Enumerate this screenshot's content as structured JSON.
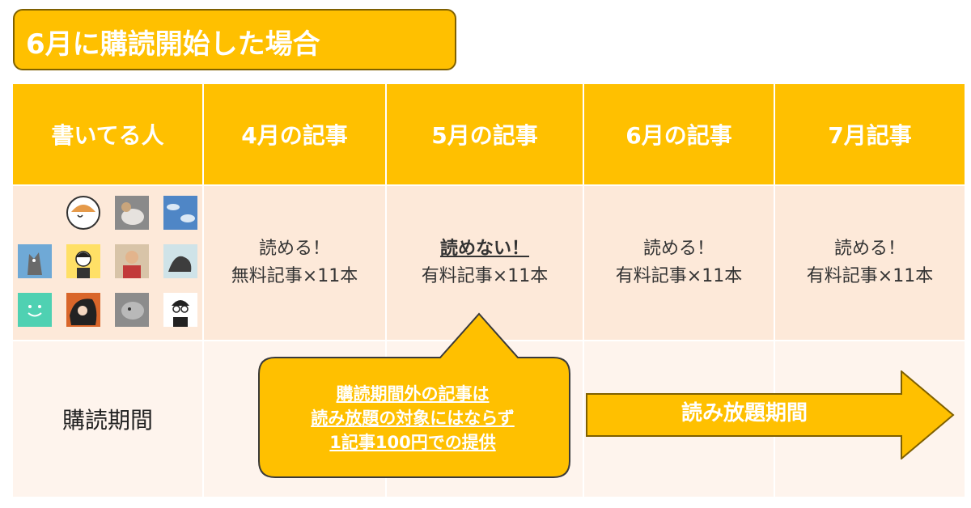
{
  "title": "6月に購読開始した場合",
  "headers": [
    "書いてる人",
    "4月の記事",
    "5月の記事",
    "6月の記事",
    "7月記事"
  ],
  "row1": {
    "apr": {
      "line1": "読める！",
      "line2": "無料記事×11本"
    },
    "may": {
      "line1": "読めない！",
      "line2": "有料記事×11本"
    },
    "jun": {
      "line1": "読める！",
      "line2": "有料記事×11本"
    },
    "jul": {
      "line1": "読める！",
      "line2": "有料記事×11本"
    }
  },
  "row2": {
    "label": "購読期間",
    "callout": {
      "line1": "購読期間外の記事は",
      "line2": "読み放題の対象にはならず",
      "line3": "1記事100円での提供"
    },
    "arrow_label": "読み放題期間"
  },
  "colors": {
    "accent": "#ffc000",
    "title_border": "#7f6000",
    "row1_bg": "#fde9d9",
    "row2_bg": "#fef4ed"
  }
}
